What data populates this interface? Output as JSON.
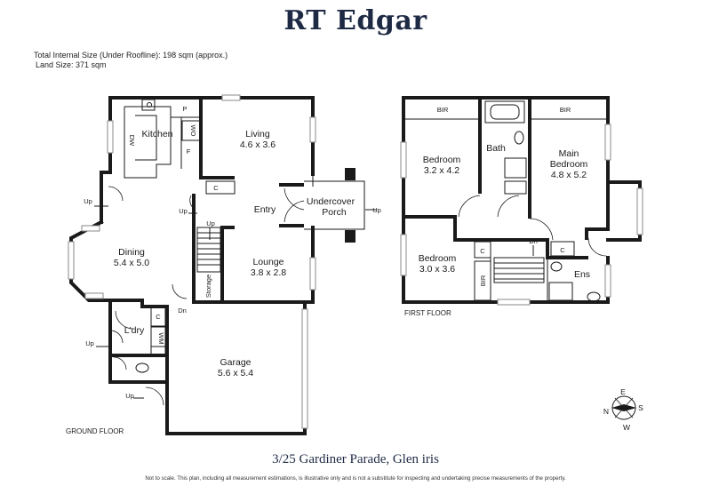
{
  "header": {
    "brand": "RT Edgar"
  },
  "info": {
    "internal_size": "Total Internal Size (Under Roofline): 198 sqm (approx.)",
    "land_size": "Land Size: 371 sqm"
  },
  "ground_floor": {
    "label": "GROUND FLOOR",
    "rooms": {
      "kitchen": "Kitchen",
      "living_name": "Living",
      "living_dim": "4.6 x 3.6",
      "dining_name": "Dining",
      "dining_dim": "5.4 x 5.0",
      "entry": "Entry",
      "porch_l1": "Undercover",
      "porch_l2": "Porch",
      "lounge_name": "Lounge",
      "lounge_dim": "3.8 x 2.8",
      "laundry": "L'dry",
      "garage_name": "Garage",
      "garage_dim": "5.6 x 5.4",
      "storage": "Storage"
    },
    "fixtures": {
      "pantry": "P",
      "wall_oven": "WO",
      "dishwasher": "DW",
      "fridge": "F",
      "cupboard": "C",
      "washing_machine": "WM"
    },
    "stairs": {
      "up_entry": "Up",
      "up_stair": "Up",
      "up_dining": "Up",
      "up_porch": "Up",
      "up_laundry": "Up",
      "up_garage": "Up",
      "down": "Dn"
    }
  },
  "first_floor": {
    "label": "FIRST FLOOR",
    "rooms": {
      "bed1_name": "Bedroom",
      "bed1_dim": "3.2 x 4.2",
      "bath": "Bath",
      "main_l1": "Main",
      "main_l2": "Bedroom",
      "main_dim": "4.8 x 5.2",
      "bed2_name": "Bedroom",
      "bed2_dim": "3.0 x 3.6",
      "ens": "Ens"
    },
    "fixtures": {
      "bir_left": "BIR",
      "bir_right": "BIR",
      "bir_lower": "BIR",
      "cupboard_left": "C",
      "cupboard_right": "C"
    },
    "stairs": {
      "down": "Dn"
    }
  },
  "compass": {
    "n": "N",
    "e": "E",
    "s": "S",
    "w": "W"
  },
  "footer": {
    "address": "3/25 Gardiner Parade, Glen iris",
    "disclaimer": "Not to scale. This plan, including all measurement estimations, is illustrative only and is not a substitute for inspecting and undertaking precise measurements of the property."
  }
}
